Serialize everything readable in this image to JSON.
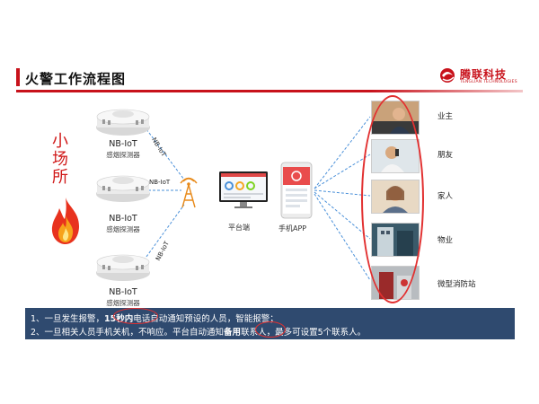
{
  "header": {
    "title": "火警工作流程图"
  },
  "logo": {
    "cn": "腾联科技",
    "en": "TENGLIAN TECHNOLOGIES",
    "brand_color": "#c8121b"
  },
  "place": {
    "label": "小场所"
  },
  "detectors": [
    {
      "name": "NB-IoT",
      "sub": "感烟探测器",
      "link": "NB-IoT"
    },
    {
      "name": "NB-IoT",
      "sub": "感烟探测器",
      "link": "NB-IoT"
    },
    {
      "name": "NB-IoT",
      "sub": "感烟探测器",
      "link": "NB-IoT"
    }
  ],
  "platform": {
    "label": "平台端"
  },
  "app": {
    "label": "手机APP"
  },
  "contacts": [
    {
      "label": "业主",
      "icon": "person-phone-photo"
    },
    {
      "label": "朋友",
      "icon": "person-phone-photo"
    },
    {
      "label": "家人",
      "icon": "person-phone-photo"
    },
    {
      "label": "物业",
      "icon": "building-photo"
    },
    {
      "label": "微型消防站",
      "icon": "station-photo"
    }
  ],
  "notes": {
    "line1_a": "1、一旦发生报警，",
    "line1_hl": "15秒内",
    "line1_b": "电话自动通知预设的人员，智能报警；",
    "line2_a": "2、一旦相关人员手机关机，不响应。平台自动通知",
    "line2_hl": "备用",
    "line2_b": "联系人，最多可设置5个联系人。"
  },
  "colors": {
    "accent": "#c8121b",
    "notes_bg": "#2f4a6f",
    "circle": "#e23030",
    "dash": "#4a90d9"
  }
}
